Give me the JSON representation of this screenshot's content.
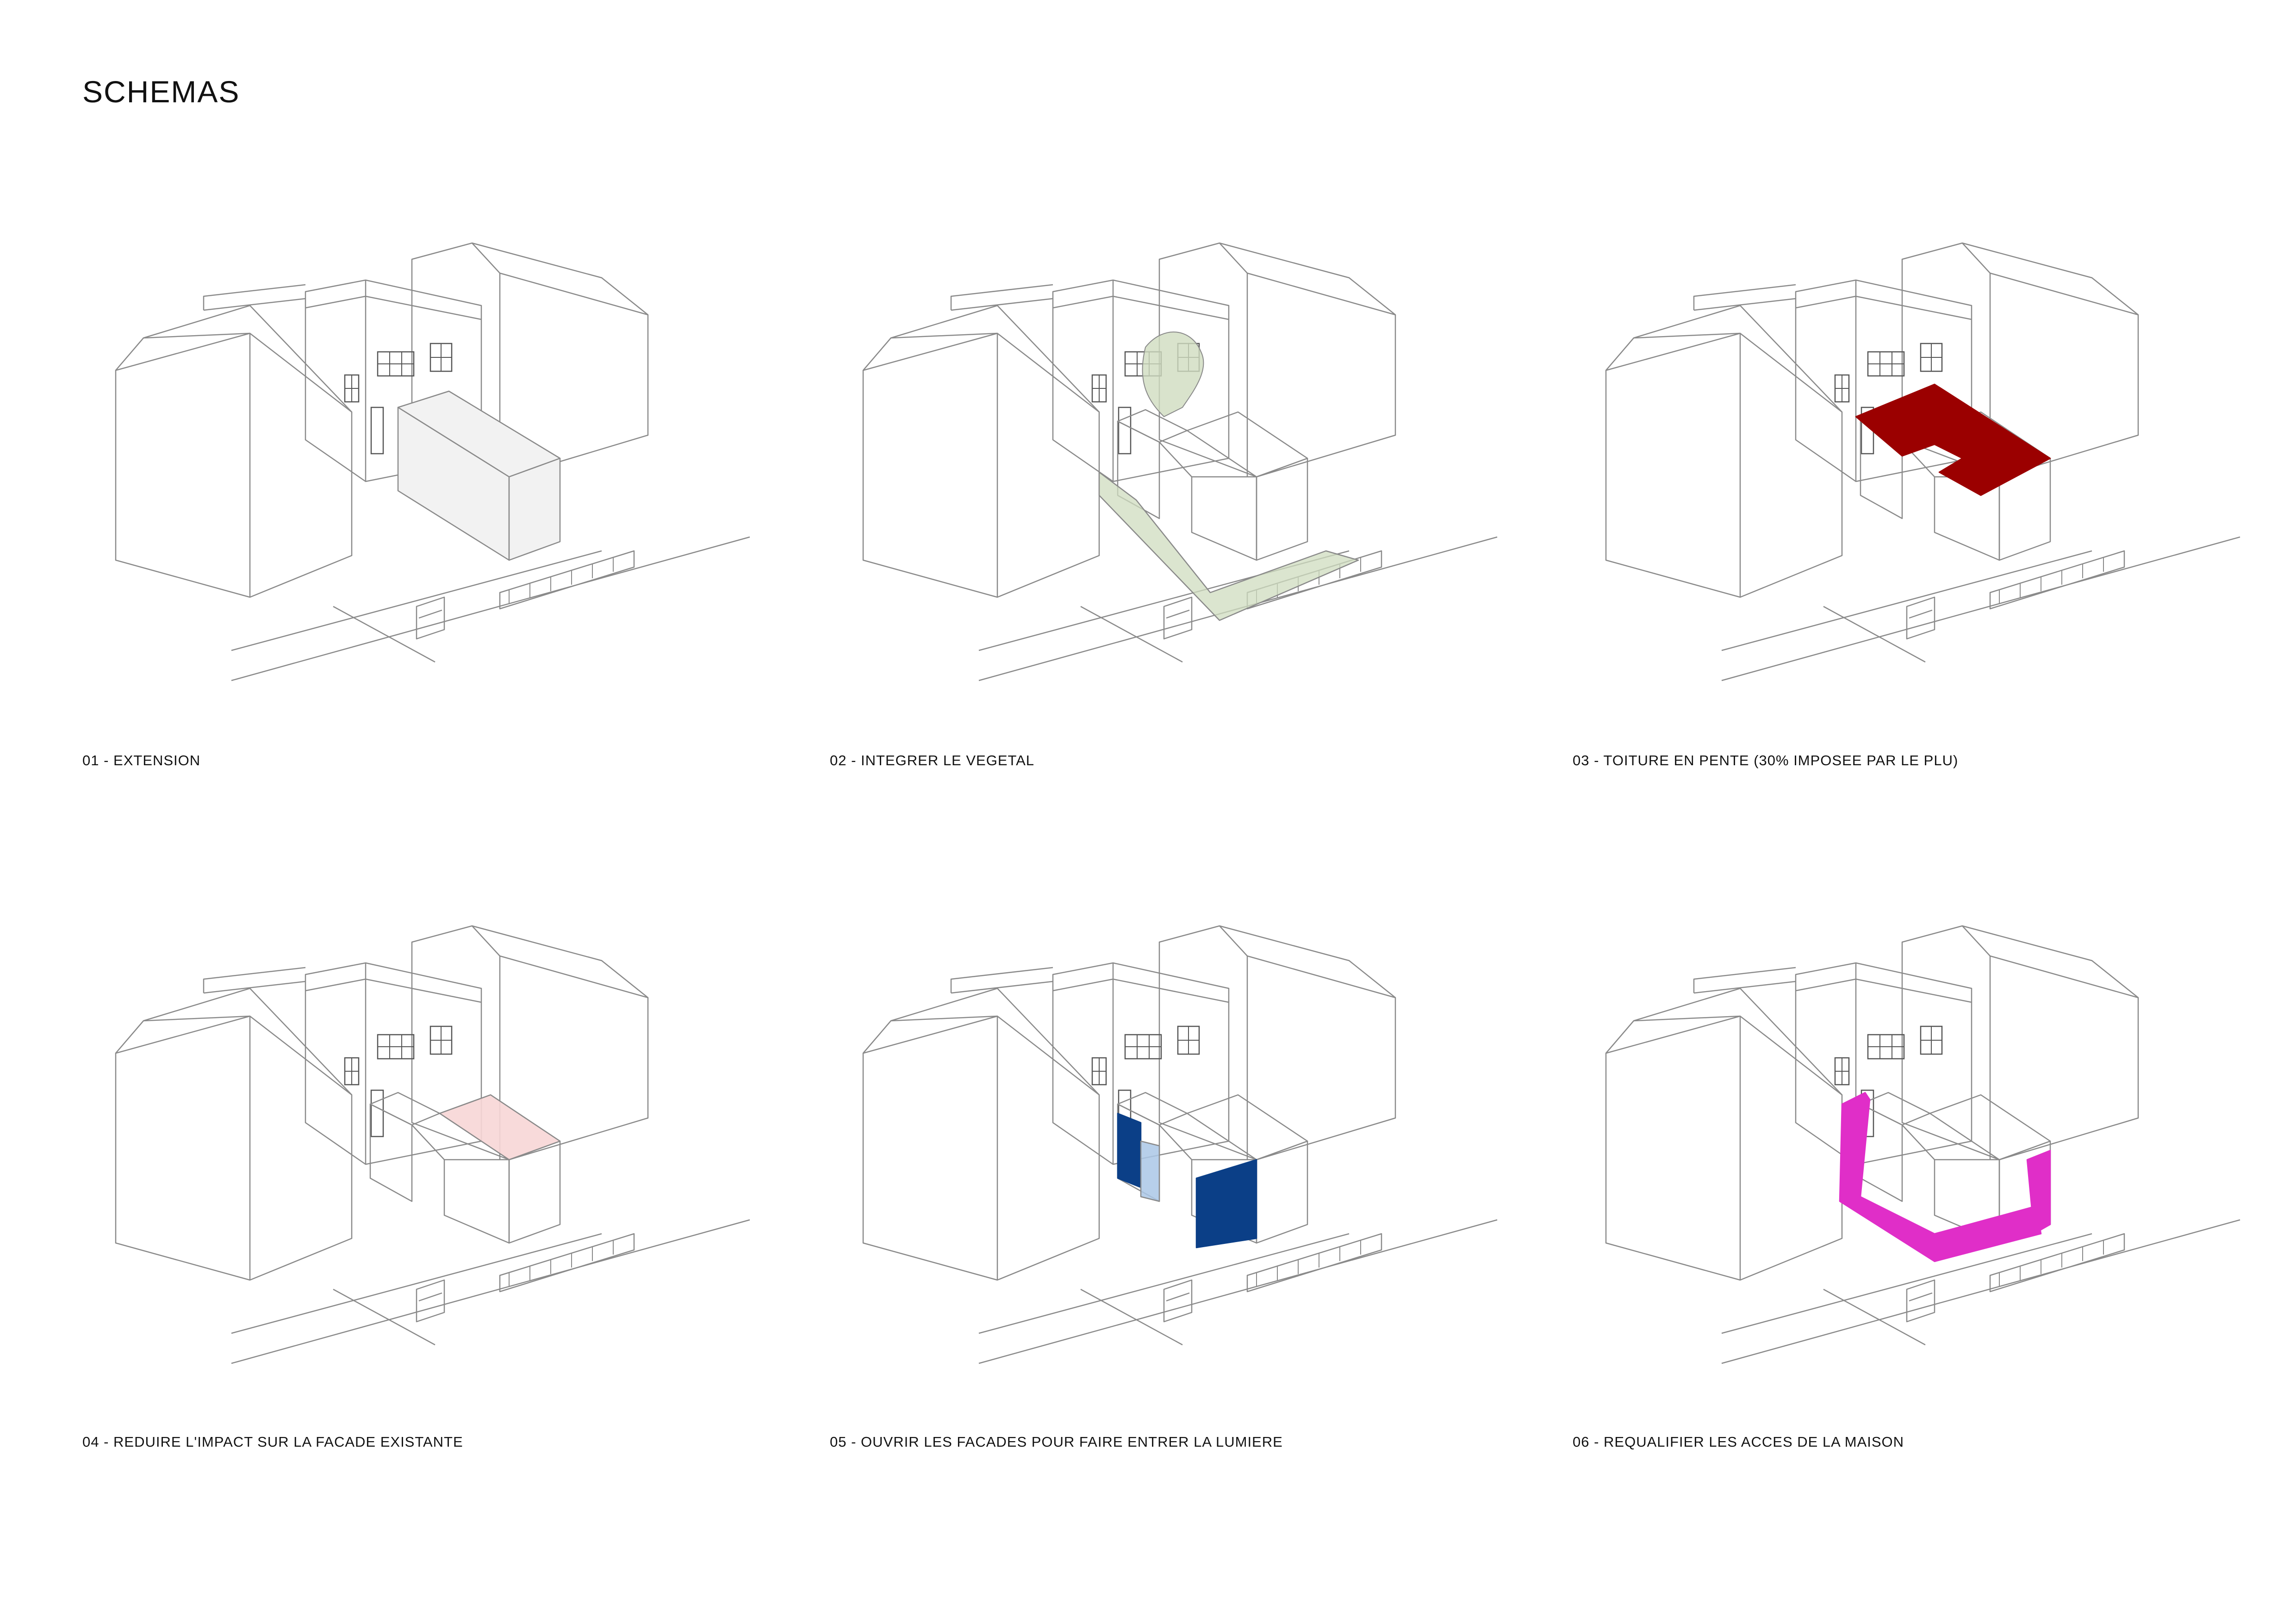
{
  "title": "SCHEMAS",
  "colors": {
    "line": "#8a8a8a",
    "extension_fill": "#f2f2f2",
    "vegetal": "#cfdcbf",
    "roof": "#9b0000",
    "impact": "#f7d6d6",
    "facade_dark": "#0b3f87",
    "facade_light": "#aac7e6",
    "access": "#e02ec8"
  },
  "diagrams": [
    {
      "caption": "01 - EXTENSION",
      "highlight": "extension-box"
    },
    {
      "caption": "02 - INTEGRER LE VEGETAL",
      "highlight": "vegetation"
    },
    {
      "caption": "03 - TOITURE EN PENTE (30% IMPOSEE PAR LE PLU)",
      "highlight": "sloped-roof"
    },
    {
      "caption": "04 - REDUIRE L'IMPACT SUR LA FACADE EXISTANTE",
      "highlight": "reduced-impact"
    },
    {
      "caption": "05 - OUVRIR LES FACADES POUR FAIRE ENTRER LA LUMIERE",
      "highlight": "open-facades"
    },
    {
      "caption": "06 - REQUALIFIER LES ACCES DE LA MAISON",
      "highlight": "house-access"
    }
  ]
}
